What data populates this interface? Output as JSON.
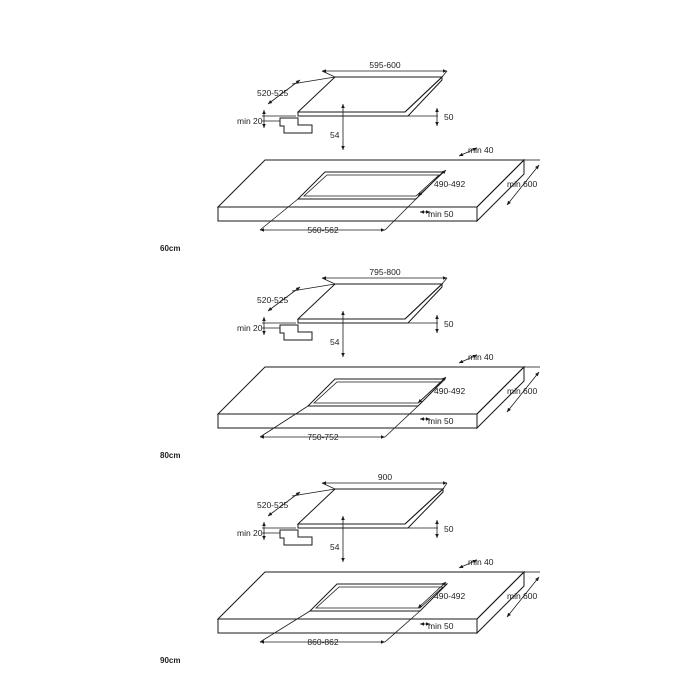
{
  "panels": [
    {
      "size_label": "60cm",
      "hob": {
        "width": "595-600",
        "depth": "520-525",
        "height": "50",
        "min_gap": "min 20",
        "cutout_height": "54"
      },
      "counter": {
        "min_front": "min 40",
        "cutout_depth": "490-492",
        "min_depth": "min 600",
        "min_side": "min 50",
        "cutout_width": "560-562"
      }
    },
    {
      "size_label": "80cm",
      "hob": {
        "width": "795-800",
        "depth": "520-525",
        "height": "50",
        "min_gap": "min 20",
        "cutout_height": "54"
      },
      "counter": {
        "min_front": "min 40",
        "cutout_depth": "490-492",
        "min_depth": "min 600",
        "min_side": "min 50",
        "cutout_width": "750-752"
      }
    },
    {
      "size_label": "90cm",
      "hob": {
        "width": "900",
        "depth": "520-525",
        "height": "50",
        "min_gap": "min 20",
        "cutout_height": "54"
      },
      "counter": {
        "min_front": "min 40",
        "cutout_depth": "490-492",
        "min_depth": "min 600",
        "min_side": "min 50",
        "cutout_width": "860-862"
      }
    }
  ]
}
